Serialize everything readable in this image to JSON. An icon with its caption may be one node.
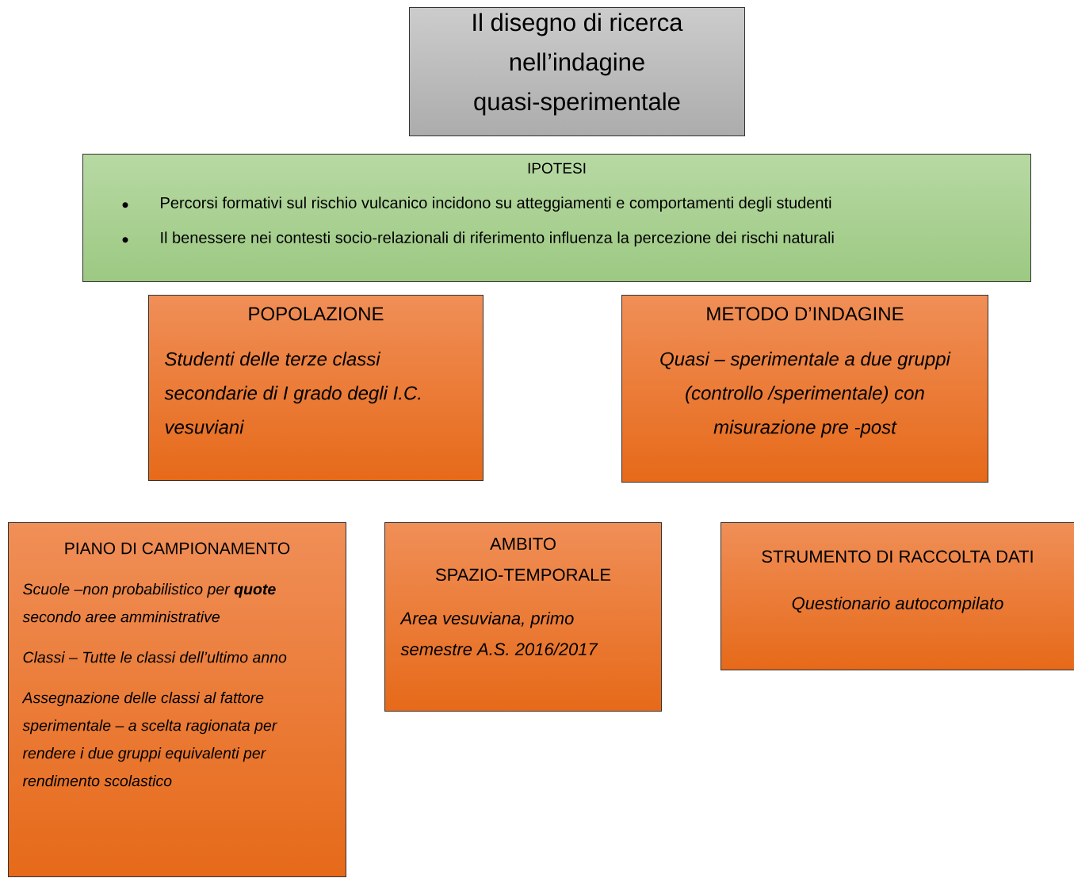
{
  "diagram": {
    "nodes": [
      {
        "text": [
          "Il disegno di ricerca nell’indagine quasi-sperimentale"
        ]
      },
      {
        "text": [
          "IPOTESI",
          "Percorsi formativi sul rischio vulcanico incidono su atteggiamenti e comportamenti degli studenti",
          "Il benessere nei contesti socio-relazionali di riferimento influenza la percezione dei rischi naturali"
        ]
      },
      {
        "text": [
          "POPOLAZIONE",
          "Studenti delle terze classi secondarie di I grado degli I.C. vesuviani"
        ]
      },
      {
        "text": [
          "METODO D’INDAGINE",
          "Quasi – sperimentale a due gruppi (controllo /sperimentale) con misurazione pre -post"
        ]
      },
      {
        "text": [
          "PIANO DI CAMPIONAMENTO",
          "Scuole –non probabilistico per **quote** secondo aree amministrative",
          "Classi – Tutte le classi dell’ultimo anno",
          "Assegnazione delle classi al fattore sperimentale – a scelta ragionata per rendere i due gruppi equivalenti per rendimento scolastico"
        ]
      },
      {
        "text": [
          "AMBITO SPAZIO-TEMPORALE",
          "Area vesuviana, primo semestre A.S. 2016/2017"
        ]
      },
      {
        "text": [
          "STRUMENTO DI RACCOLTA DATI",
          "Questionario autocompilato"
        ]
      }
    ]
  }
}
